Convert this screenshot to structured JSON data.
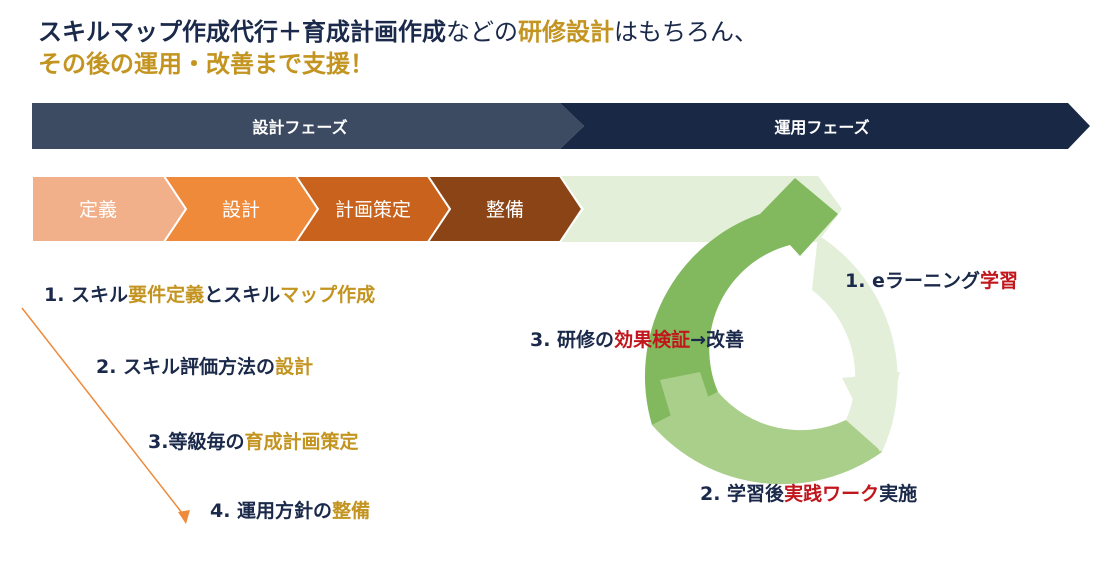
{
  "headline": {
    "line1": [
      {
        "text": "スキルマップ作成代行＋育成計画作成",
        "style": "dark"
      },
      {
        "text": "などの",
        "style": "plain"
      },
      {
        "text": "研修設計",
        "style": "gold"
      },
      {
        "text": "はもちろん、",
        "style": "plain"
      }
    ],
    "line2": "その後の運用・改善まで支援！"
  },
  "phases": {
    "design": "設計フェーズ",
    "operation": "運用フェーズ"
  },
  "stages": [
    "定義",
    "設計",
    "計画策定",
    "整備"
  ],
  "steps": [
    {
      "parts": [
        {
          "text": "1.   スキル",
          "style": "dark"
        },
        {
          "text": "要件定義",
          "style": "gold"
        },
        {
          "text": "とスキル",
          "style": "dark"
        },
        {
          "text": "マップ作成",
          "style": "gold"
        }
      ]
    },
    {
      "parts": [
        {
          "text": "2. スキル評価方法の",
          "style": "dark"
        },
        {
          "text": "設計",
          "style": "gold"
        }
      ]
    },
    {
      "parts": [
        {
          "text": "3.等級毎の",
          "style": "dark"
        },
        {
          "text": "育成計画策定",
          "style": "gold"
        }
      ]
    },
    {
      "parts": [
        {
          "text": "4. 運用方針の",
          "style": "dark"
        },
        {
          "text": "整備",
          "style": "gold"
        }
      ]
    }
  ],
  "cycle": {
    "item1": {
      "prefix": "1.  eラーニング",
      "highlight": "学習",
      "suffix": ""
    },
    "item2": {
      "prefix": "2. 学習後",
      "highlight": "実践ワーク",
      "suffix": "実施"
    },
    "item3": {
      "prefix": "3. 研修の",
      "highlight": "効果検証",
      "suffix": "→改善"
    }
  },
  "colors": {
    "phase_design": "#3c4a62",
    "phase_operation": "#182845",
    "stage_colors": [
      "#f2b08a",
      "#ee8a3a",
      "#c8621c",
      "#8a4416"
    ],
    "cycle_light": "#e4efd9",
    "cycle_mid": "#a9cf8a",
    "cycle_dark": "#82b95e",
    "gold": "#c39420",
    "red": "#c0161c",
    "navy": "#1b2a4a",
    "arrow": "#ee8a3a"
  }
}
